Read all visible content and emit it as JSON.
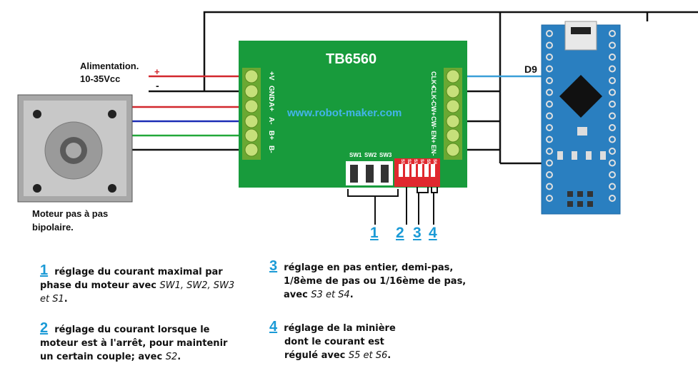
{
  "power": {
    "label_line1": "Alimentation.",
    "label_line2": "10-35Vcc",
    "plus": "+",
    "minus": "-"
  },
  "motor": {
    "label_line1": "Moteur pas à pas",
    "label_line2": "bipolaire."
  },
  "driver": {
    "title": "TB6560",
    "url": "www.robot-maker.com",
    "left_pins": [
      "+V",
      "GND",
      "A+",
      "A-",
      "B+",
      "B-"
    ],
    "right_pins": [
      "CLK+",
      "CLK-",
      "CW+",
      "CW-",
      "EN+",
      "EN-"
    ],
    "switch_labels": [
      "SW1",
      "SW2",
      "SW3"
    ],
    "dip_labels": [
      "S1",
      "S2",
      "S3",
      "S4",
      "S5",
      "S6"
    ]
  },
  "arduino": {
    "pin_label": "D9"
  },
  "callout_numbers": [
    "1",
    "2",
    "3",
    "4"
  ],
  "notes": [
    {
      "num": "1",
      "line1": "réglage du courant maximal par",
      "line2_prefix": "phase du moteur avec ",
      "line2_em": "SW1, SW2, SW3",
      "line3_em": "et S1",
      "line3_suffix": "."
    },
    {
      "num": "2",
      "line1": "réglage du courant lorsque le",
      "line2": "moteur est à l'arrêt, pour maintenir",
      "line3_prefix": "un certain couple; avec ",
      "line3_em": "S2",
      "line3_suffix": "."
    },
    {
      "num": "3",
      "line1": "réglage en pas entier, demi-pas,",
      "line2": "1/8ème de pas ou 1/16ème de pas,",
      "line3_prefix": "avec ",
      "line3_em": "S3 et S4",
      "line3_suffix": "."
    },
    {
      "num": "4",
      "line1": "réglage de la minière",
      "line2": "dont le courant est",
      "line3_prefix": "régulé avec ",
      "line3_em": "S5 et S6",
      "line3_suffix": "."
    }
  ],
  "colors": {
    "board_green": "#189b3c",
    "terminal_green": "#8bc63e",
    "arduino_blue": "#2a7fc0",
    "wire_red": "#d2272d",
    "wire_blue": "#1c2db5",
    "wire_green": "#22a83a",
    "signal_blue": "#3a9fd8",
    "callout_blue": "#1a9ad6"
  }
}
